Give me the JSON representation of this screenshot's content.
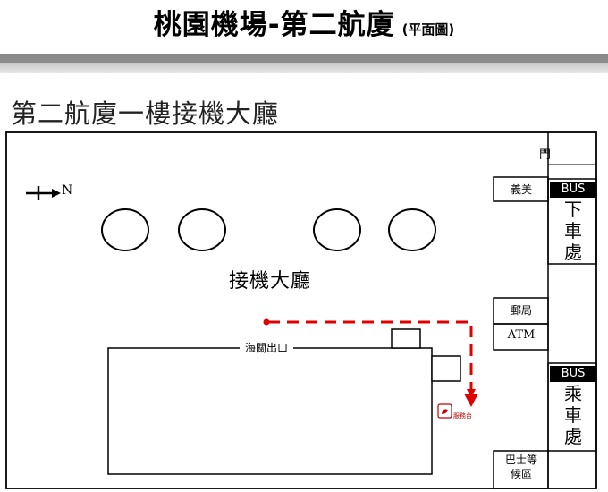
{
  "header": {
    "title": "桃園機場-第二航廈",
    "subtitle": "(平面圖)"
  },
  "floor": {
    "title": "第二航廈一樓接機大廳"
  },
  "map": {
    "door_label": "門",
    "north_label": "N",
    "hall_label": "接機大廳",
    "customs_label": "海關出口",
    "kiosks": {
      "yimei": "義美",
      "post": "郵局",
      "atm": "ATM",
      "bus_waiting": "巴士等\n候區"
    },
    "bus_stops": [
      {
        "badge": "BUS",
        "text": "下\n車\n處"
      },
      {
        "badge": "BUS",
        "text": "乘\n車\n處"
      }
    ],
    "info_icon_label": "服務台",
    "colors": {
      "route": "#e00000",
      "line": "#000000",
      "band": "#8a8a8a"
    }
  }
}
